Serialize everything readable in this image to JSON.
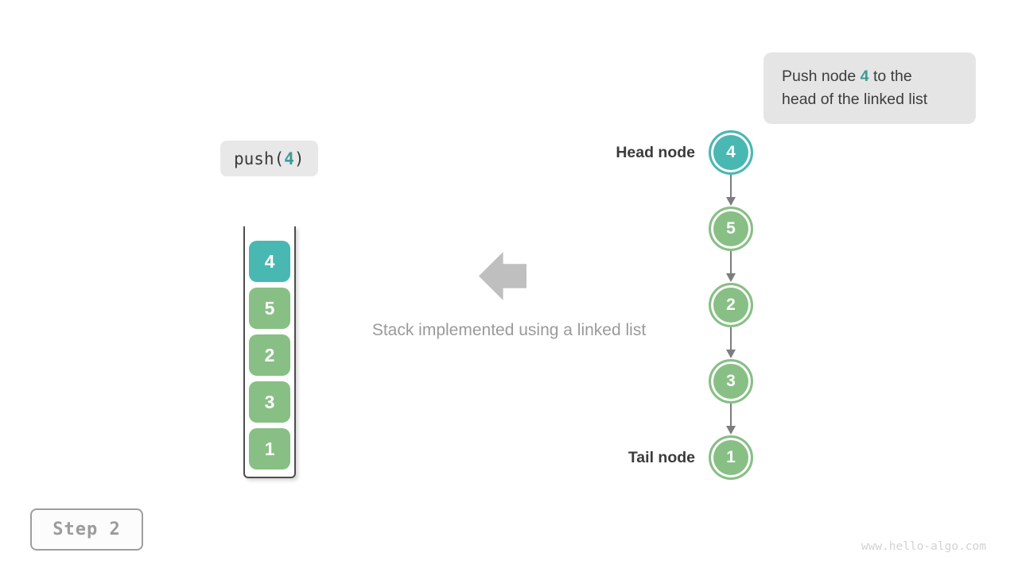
{
  "colors": {
    "highlight_teal": "#49b8b2",
    "node_green": "#88bf85",
    "big_arrow_gray": "#bfbfbf",
    "link_arrow_gray": "#7d7d7d",
    "dark_text": "#3b3b3b",
    "muted_text": "#9a9a9a",
    "box_bg": "#e5e5e5"
  },
  "tooltip": {
    "line1_pre": "Push node ",
    "line1_num": "4",
    "line1_post": " to the",
    "line2": "head of the linked list"
  },
  "code_box": {
    "prefix": "push(",
    "arg": "4",
    "suffix": ")"
  },
  "stack": {
    "items": [
      {
        "value": "4",
        "highlight": true
      },
      {
        "value": "5",
        "highlight": false
      },
      {
        "value": "2",
        "highlight": false
      },
      {
        "value": "3",
        "highlight": false
      },
      {
        "value": "1",
        "highlight": false
      }
    ]
  },
  "caption": "Stack implemented using a linked list",
  "linked_list": {
    "head_label": "Head node",
    "tail_label": "Tail node",
    "nodes": [
      {
        "value": "4",
        "highlight": true
      },
      {
        "value": "5",
        "highlight": false
      },
      {
        "value": "2",
        "highlight": false
      },
      {
        "value": "3",
        "highlight": false
      },
      {
        "value": "1",
        "highlight": false
      }
    ]
  },
  "step_label": "Step 2",
  "watermark": "www.hello-algo.com"
}
